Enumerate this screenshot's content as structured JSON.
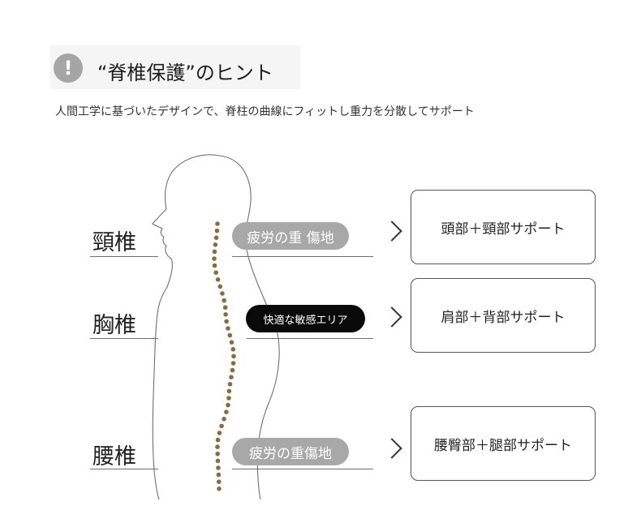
{
  "header": {
    "icon": "exclamation-icon",
    "icon_glyph": "!",
    "title": "“脊椎保護”のヒント",
    "subtitle": "人間工学に基づいたデザインで、脊柱の曲線にフィットし重力を分散してサポート"
  },
  "colors": {
    "spine_dots": "#8b6b3e",
    "pill_grey": "#a8a8a8",
    "pill_black": "#0a0a0a",
    "outline": "#6f6f6f"
  },
  "levels": [
    {
      "name": "頸椎",
      "tag": "疲労の重 傷地",
      "tag_style": "grey",
      "support": "頭部＋頸部サポート"
    },
    {
      "name": "胸椎",
      "tag": "快適な敏感エリア",
      "tag_style": "black",
      "support": "肩部＋背部サポート"
    },
    {
      "name": "腰椎",
      "tag": "疲労の重傷地",
      "tag_style": "grey",
      "support": "腰臀部＋腿部サポート"
    }
  ]
}
